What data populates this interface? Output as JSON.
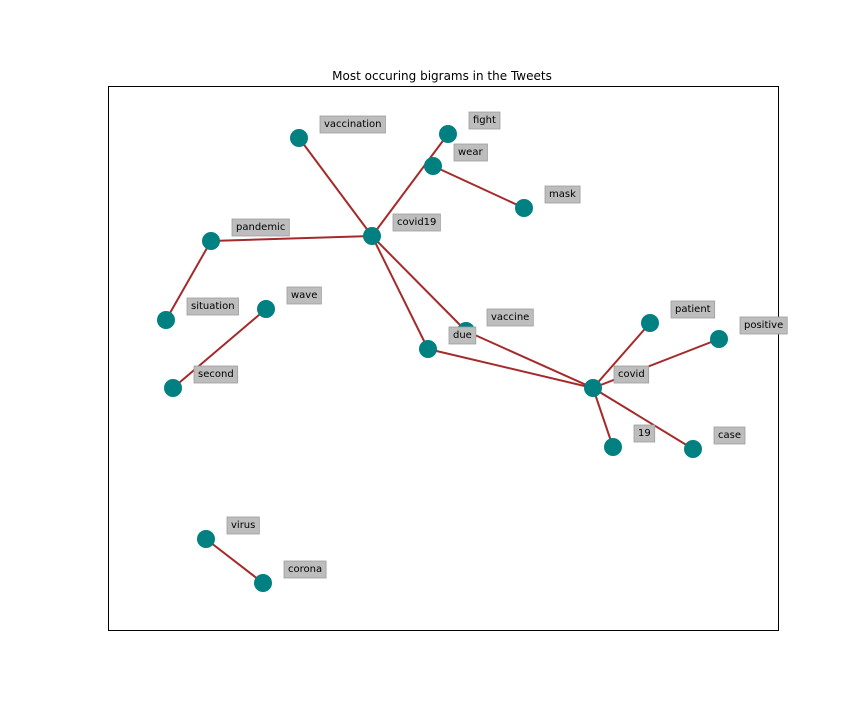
{
  "chart_data": {
    "type": "network",
    "title": "Most occuring bigrams in the Tweets",
    "colors": {
      "node": "#008080",
      "edge": "#a52a2a",
      "label_box": "#bdbdbd"
    },
    "nodes": [
      {
        "id": "vaccination",
        "label": "vaccination"
      },
      {
        "id": "fight",
        "label": "fight"
      },
      {
        "id": "wear",
        "label": "wear"
      },
      {
        "id": "mask",
        "label": "mask"
      },
      {
        "id": "covid19",
        "label": "covid19"
      },
      {
        "id": "pandemic",
        "label": "pandemic"
      },
      {
        "id": "situation",
        "label": "situation"
      },
      {
        "id": "wave",
        "label": "wave"
      },
      {
        "id": "second",
        "label": "second"
      },
      {
        "id": "vaccine",
        "label": "vaccine"
      },
      {
        "id": "due",
        "label": "due"
      },
      {
        "id": "patient",
        "label": "patient"
      },
      {
        "id": "positive",
        "label": "positive"
      },
      {
        "id": "covid",
        "label": "covid"
      },
      {
        "id": "19",
        "label": "19"
      },
      {
        "id": "case",
        "label": "case"
      },
      {
        "id": "virus",
        "label": "virus"
      },
      {
        "id": "corona",
        "label": "corona"
      }
    ],
    "edges": [
      [
        "covid19",
        "vaccination"
      ],
      [
        "covid19",
        "fight"
      ],
      [
        "wear",
        "mask"
      ],
      [
        "covid19",
        "pandemic"
      ],
      [
        "pandemic",
        "situation"
      ],
      [
        "covid19",
        "vaccine"
      ],
      [
        "covid19",
        "due"
      ],
      [
        "second",
        "wave"
      ],
      [
        "vaccine",
        "covid"
      ],
      [
        "due",
        "covid"
      ],
      [
        "covid",
        "patient"
      ],
      [
        "covid",
        "positive"
      ],
      [
        "covid",
        "19"
      ],
      [
        "covid",
        "case"
      ],
      [
        "virus",
        "corona"
      ]
    ]
  }
}
